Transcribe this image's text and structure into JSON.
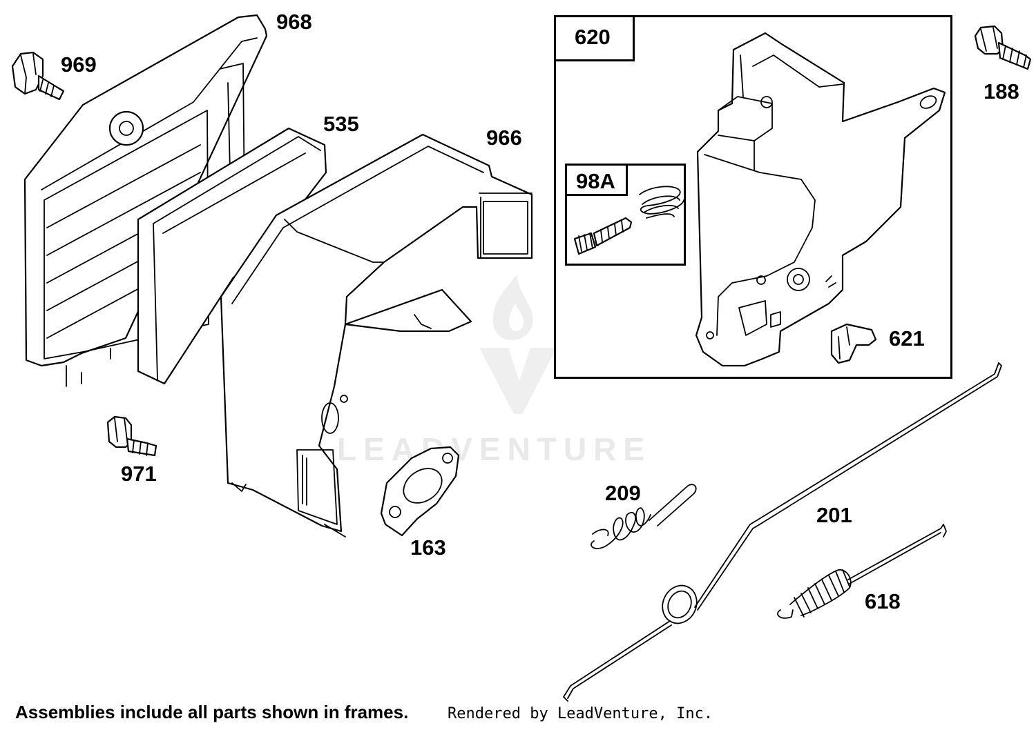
{
  "diagram": {
    "parts": {
      "p968": "968",
      "p969": "969",
      "p535": "535",
      "p966": "966",
      "p971": "971",
      "p163": "163",
      "p620": "620",
      "p98a": "98A",
      "p621": "621",
      "p188": "188",
      "p209": "209",
      "p201": "201",
      "p618": "618"
    },
    "watermark": "LEADVENTURE",
    "footer": {
      "note": "Assemblies include all parts shown in frames.",
      "rendered_by": "Rendered by LeadVenture, Inc."
    }
  }
}
